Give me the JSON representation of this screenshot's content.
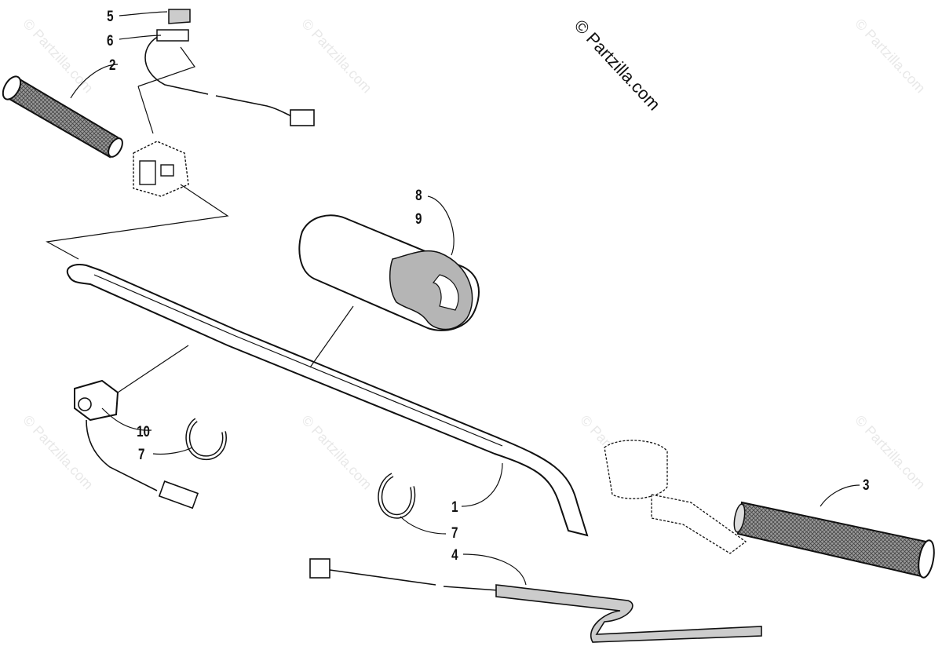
{
  "copyright": "© Partzilla.com",
  "watermark": "© Partzilla.com",
  "callouts": {
    "c1": "1",
    "c2": "2",
    "c3": "3",
    "c4": "4",
    "c5": "5",
    "c6": "6",
    "c7a": "7",
    "c7b": "7",
    "c8": "8",
    "c9": "9",
    "c10": "10"
  }
}
